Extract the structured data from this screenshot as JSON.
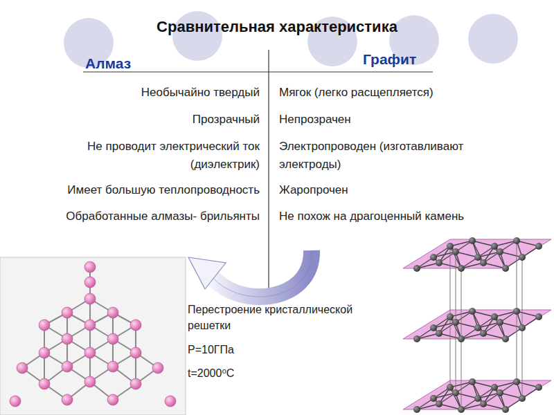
{
  "diagram": {
    "title": "Сравнительная характеристика",
    "labels": [
      "Алмаз",
      "Графит",
      "Необычайно твердый",
      "Мягок (легко расщепляется)",
      "Прозрачный",
      "Непрозрачен",
      "Не проводит электрический ток (диэлектрик)",
      "Электропроводен (изготавливают электроды)",
      "Имеет большую теплопроводность",
      "Жаропрочен",
      "Обработанные алмазы- брильянты",
      "Не похож на драгоценный камень",
      "Перестроение кристаллической решетки",
      "P=10ГПа",
      "t=2000⁰C"
    ]
  }
}
